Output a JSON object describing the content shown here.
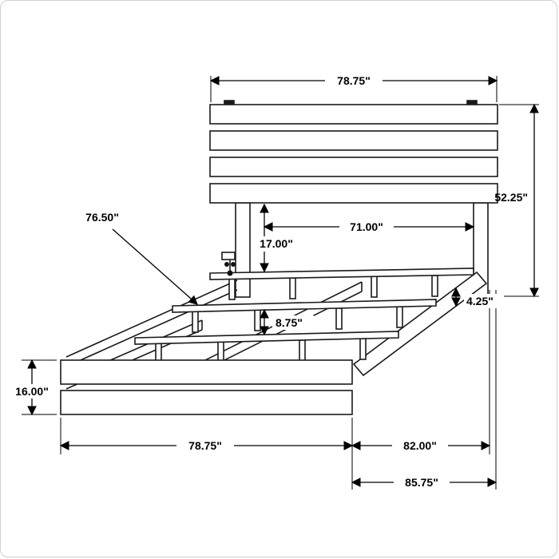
{
  "diagram": {
    "name": "bed-frame-dimension-diagram",
    "dims": {
      "headboard_width": "78.75\"",
      "headboard_height": "52.25\"",
      "headboard_inner_width": "71.00\"",
      "headboard_leg_height": "17.00\"",
      "slat_rail_length": "76.50\"",
      "slat_spacing": "8.75\"",
      "side_rail_width": "4.25\"",
      "footboard_height": "16.00\"",
      "footboard_width": "78.75\"",
      "frame_length": "82.00\"",
      "overall_length": "85.75\""
    }
  }
}
